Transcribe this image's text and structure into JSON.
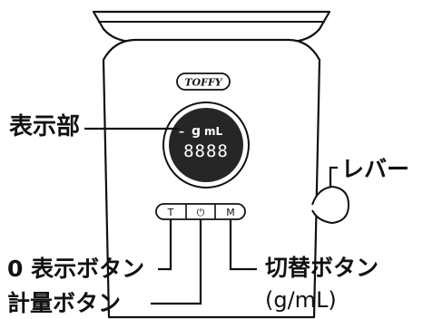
{
  "device": {
    "logo": "TOFFY",
    "display": {
      "weight_segment": "–",
      "unit_g": "g",
      "unit_ml": "mL",
      "digits": "8888"
    },
    "buttons": {
      "tare": "T",
      "power": "⏻",
      "mode": "M"
    }
  },
  "callouts": {
    "display_label": "表示部",
    "lever_label": "レバー",
    "zero_button_label": "0 表示ボタン",
    "measure_button_label": "計量ボタン",
    "switch_button_label_line1": "切替ボタン",
    "switch_button_label_line2": "(g/mL)"
  }
}
